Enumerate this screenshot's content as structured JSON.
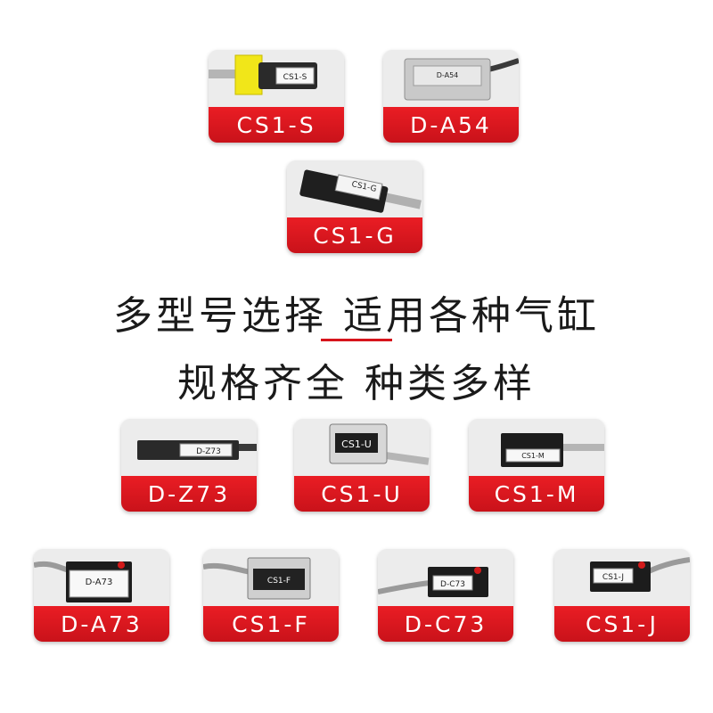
{
  "headline": {
    "line1": "多型号选择 适用各种气缸",
    "line2": "规格齐全 种类多样"
  },
  "colors": {
    "accent_red": "#e01b22",
    "text": "#1a1a1a"
  },
  "products": [
    {
      "label": "CS1-S",
      "sensor_text": "CS1-S"
    },
    {
      "label": "D-A54",
      "sensor_text": "D-A54"
    },
    {
      "label": "CS1-G",
      "sensor_text": "CS1-G"
    },
    {
      "label": "D-Z73",
      "sensor_text": "D-Z73"
    },
    {
      "label": "CS1-U",
      "sensor_text": "CS1-U"
    },
    {
      "label": "CS1-M",
      "sensor_text": "CS1-M"
    },
    {
      "label": "D-A73",
      "sensor_text": "D-A73"
    },
    {
      "label": "CS1-F",
      "sensor_text": "CS1-F"
    },
    {
      "label": "D-C73",
      "sensor_text": "D-C73"
    },
    {
      "label": "CS1-J",
      "sensor_text": "CS1-J"
    }
  ]
}
